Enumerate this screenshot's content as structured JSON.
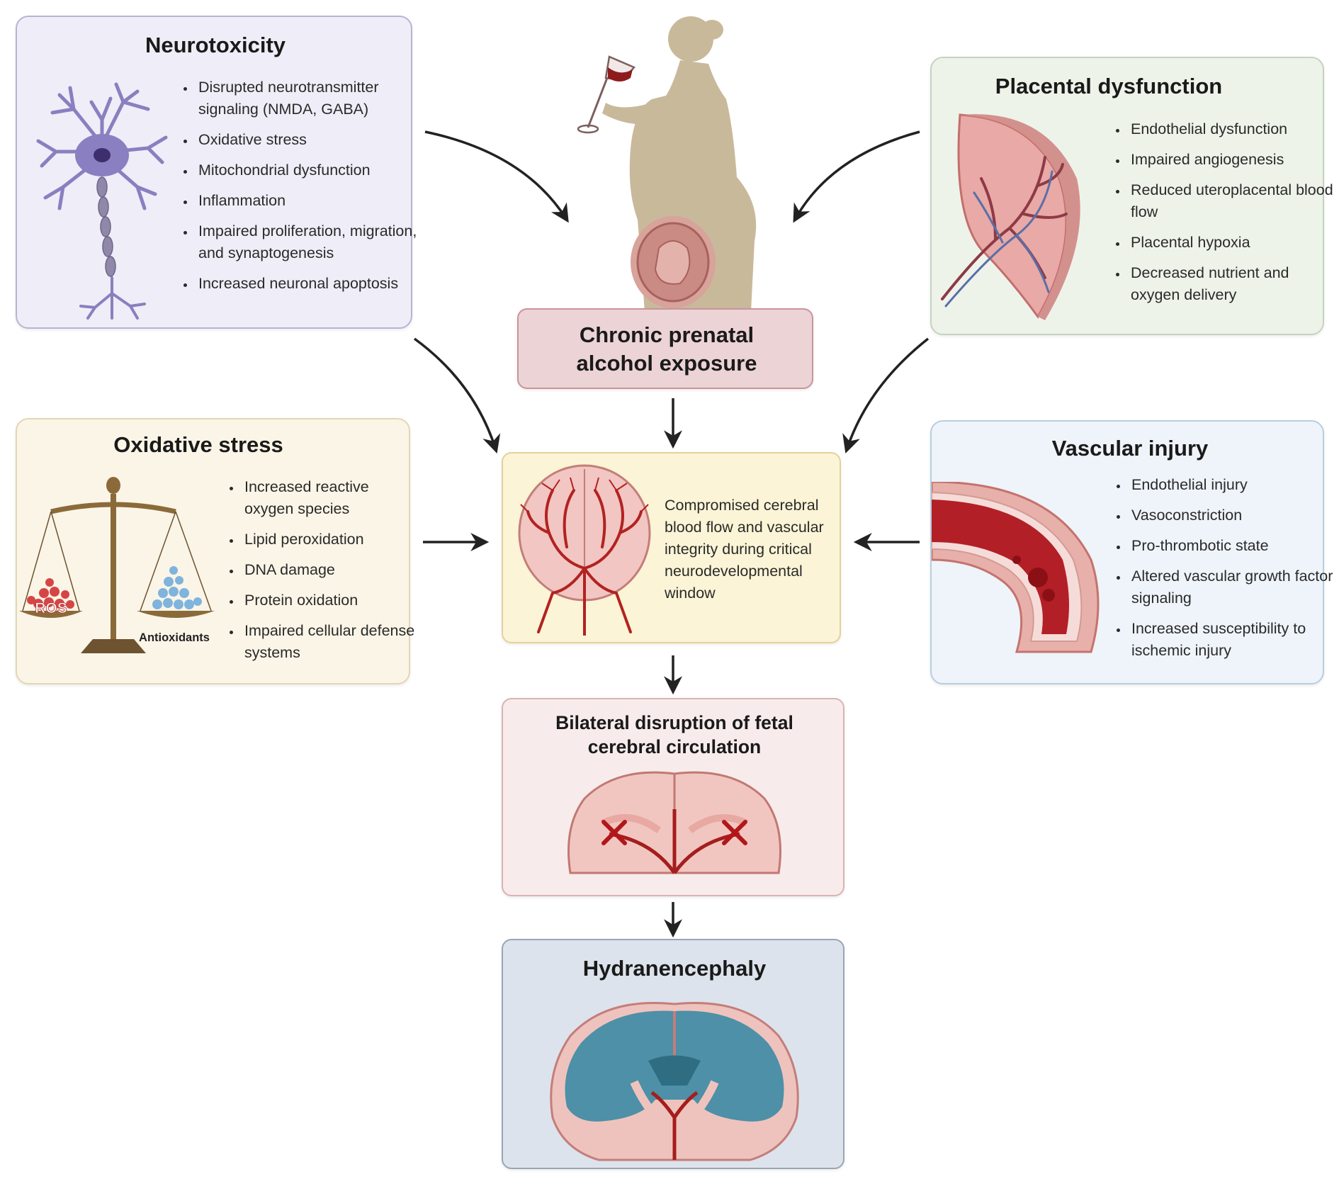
{
  "neurotoxicity": {
    "title": "Neurotoxicity",
    "items": [
      "Disrupted neurotransmitter signaling (NMDA, GABA)",
      "Oxidative stress",
      "Mitochondrial dysfunction",
      "Inflammation",
      "Impaired proliferation, migration, and synaptogenesis",
      "Increased neuronal apoptosis"
    ]
  },
  "placental": {
    "title": "Placental dysfunction",
    "items": [
      "Endothelial dysfunction",
      "Impaired angiogenesis",
      "Reduced uteroplacental blood flow",
      "Placental hypoxia",
      "Decreased nutrient and oxygen delivery"
    ]
  },
  "exposure": {
    "title": "Chronic prenatal alcohol exposure"
  },
  "oxidative": {
    "title": "Oxidative stress",
    "items": [
      "Increased reactive oxygen species",
      "Lipid peroxidation",
      "DNA damage",
      "Protein oxidation",
      "Impaired cellular defense systems"
    ],
    "ros_label": "ROS",
    "antioxidants_label": "Antioxidants"
  },
  "vascular": {
    "title": "Vascular injury",
    "items": [
      "Endothelial injury",
      "Vasoconstriction",
      "Pro-thrombotic state",
      "Altered vascular growth factor signaling",
      "Increased susceptibility to ischemic injury"
    ]
  },
  "center": {
    "text": "Compromised cerebral blood flow and vascular integrity during critical neurodevelopmental window"
  },
  "bilateral": {
    "title": "Bilateral disruption of fetal cerebral circulation"
  },
  "hydranencephaly": {
    "title": "Hydranencephaly"
  },
  "colors": {
    "neuro_bg": "#efedf7",
    "neuro_border": "#b9b4d6",
    "placenta_bg": "#eef3ea",
    "placenta_border": "#c5d3c0",
    "exposure_bg": "#ecd3d6",
    "exposure_border": "#c9949b",
    "oxid_bg": "#fbf5e7",
    "oxid_border": "#e3d6b5",
    "vasc_bg": "#eef4fa",
    "vasc_border": "#b9cde0",
    "center_bg": "#fcf4d6",
    "center_border": "#e2d29a",
    "bilat_bg": "#f8ebeb",
    "bilat_border": "#d9b3b3",
    "hydra_bg": "#dde3ec",
    "hydra_border": "#9aa6b6"
  }
}
